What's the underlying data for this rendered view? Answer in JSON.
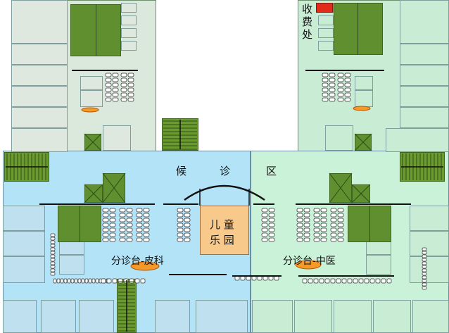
{
  "labels": {
    "waiting_area": [
      "候",
      "诊",
      "区"
    ],
    "children_playground": [
      "儿 童",
      "乐 园"
    ],
    "cashier": [
      "收",
      "费",
      "处"
    ],
    "desk_dermatology": "分诊台-皮科",
    "desk_tcm": "分诊台-中医"
  },
  "colors": {
    "waiting_blue": "#b3e3f7",
    "waiting_green": "#c9f2d8",
    "wing_left": "#dbe9dd",
    "wing_right": "#c8ecd4",
    "dark_green": "#5a8f2e",
    "playground": "#f7c98a",
    "desk_orange": "#f59a2a",
    "cashier_red": "#e32b1c"
  },
  "icons": [
    "stairs-icon",
    "elevator-icon",
    "seat-row-icon",
    "arch-icon"
  ]
}
